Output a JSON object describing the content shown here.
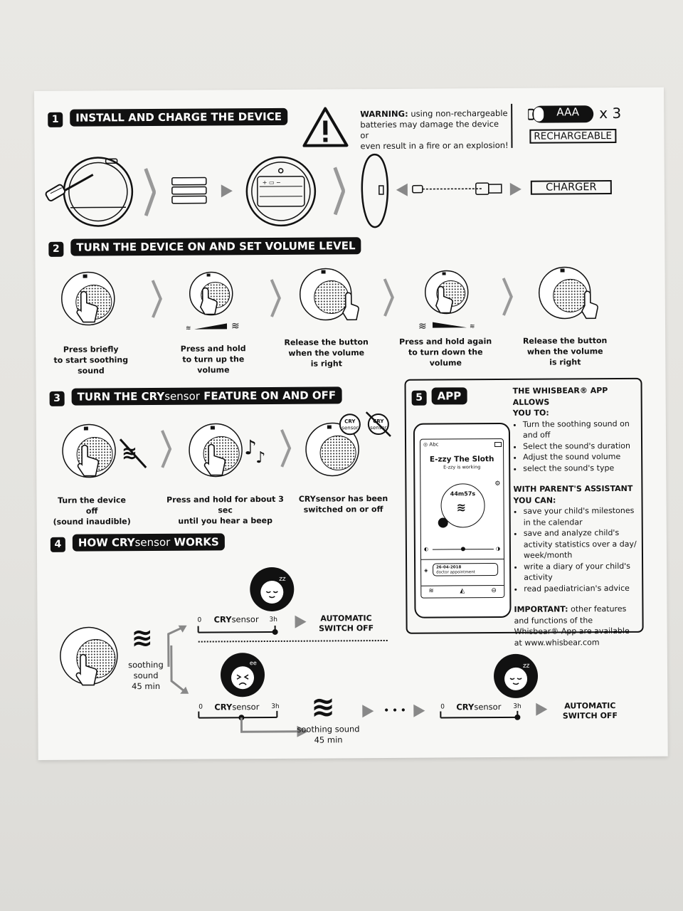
{
  "section1": {
    "num": "1",
    "title": "INSTALL AND CHARGE THE DEVICE",
    "warning_bold": "WARNING:",
    "warning_lines": [
      " using non-rechargeable",
      "batteries may damage the device or",
      "even result in a fire or an explosion!"
    ],
    "battery_label": "AAA",
    "battery_count": "x 3",
    "rechargeable": "RECHARGEABLE",
    "charger": "CHARGER"
  },
  "section2": {
    "num": "2",
    "title": "TURN THE DEVICE ON AND SET VOLUME LEVEL",
    "steps": [
      [
        "Press briefly",
        "to start soothing",
        "sound"
      ],
      [
        "Press and hold",
        "to turn up the volume"
      ],
      [
        "Release the button",
        "when the volume",
        "is right"
      ],
      [
        "Press and hold again",
        "to turn down the volume"
      ],
      [
        "Release the button",
        "when the volume",
        "is right"
      ]
    ]
  },
  "section3": {
    "num": "3",
    "title_prefix": "TURN THE CRY",
    "title_light": "sensor",
    "title_suffix": " FEATURE ON AND OFF",
    "steps": [
      [
        "Turn the device off",
        "(sound inaudible)"
      ],
      [
        "Press and hold for about 3 sec",
        "until you hear a beep"
      ],
      [
        "CRYsensor has been",
        "switched on or off"
      ]
    ],
    "badge_top": "CRY",
    "badge_bottom": "sensor"
  },
  "section4": {
    "num": "4",
    "title_prefix": "HOW CRY",
    "title_light": "sensor",
    "title_suffix": " WORKS",
    "soothing_left": [
      "soothing",
      "sound",
      "45 min"
    ],
    "soothing_mid": [
      "soothing sound",
      "45 min"
    ],
    "cry_bold": "CRY",
    "cry_light": "sensor",
    "t0": "0",
    "t3": "3h",
    "auto_off": [
      "AUTOMATIC",
      "SWITCH OFF"
    ],
    "ellipsis": "• • •"
  },
  "section5": {
    "num": "5",
    "title": "APP",
    "heading1": [
      "THE WHISBEAR® APP ALLOWS",
      "YOU TO:"
    ],
    "list1": [
      "Turn the soothing sound on and off",
      "Select the sound's duration",
      "Adjust the sound volume",
      "select the sound's type"
    ],
    "heading2": [
      "WITH PARENT'S ASSISTANT",
      "YOU CAN:"
    ],
    "list2": [
      "save your child's milestones in the calendar",
      "save and analyze child's activity statistics over a day/ week/month",
      "write a diary of your child's activity",
      "read paediatrician's advice"
    ],
    "important_bold": "IMPORTANT:",
    "important_text": " other features and functions of the Whisbear® App are available at www.whisbear.com",
    "phone": {
      "user": "Abc",
      "title": "E-zzy The Sloth",
      "subtitle": "E-zzy is working",
      "timer": "44",
      "timer_sec": "57",
      "date": "26-04-2018",
      "note": "doctor appointment"
    }
  }
}
